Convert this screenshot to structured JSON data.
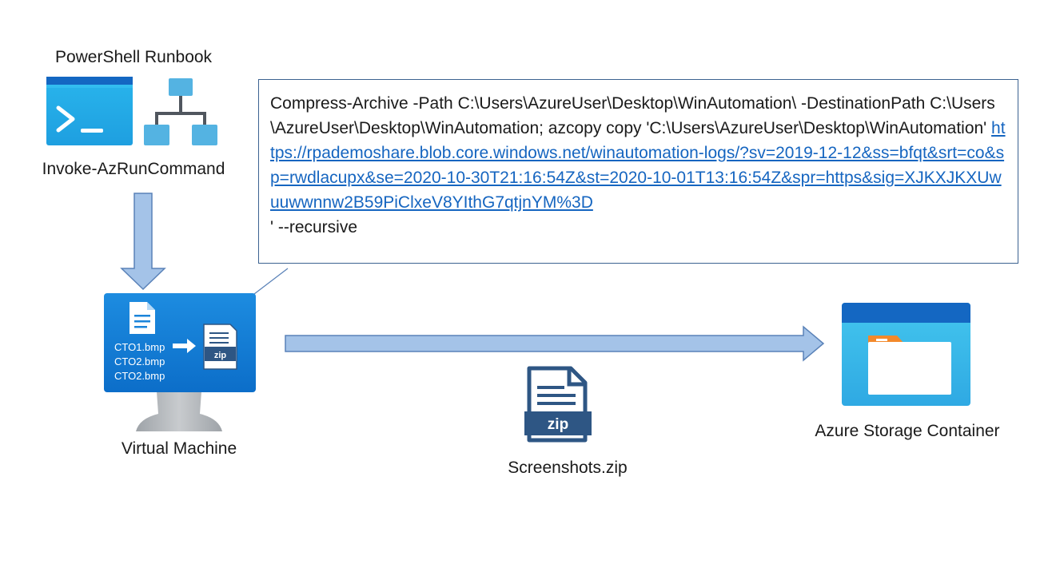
{
  "runbook": {
    "title": "PowerShell Runbook",
    "command": "Invoke-AzRunCommand"
  },
  "code": {
    "text_before": "Compress-Archive -Path C:\\Users\\AzureUser\\Desktop\\WinAutomation\\ -DestinationPath C:\\Users\\AzureUser\\Desktop\\WinAutomation; azcopy copy 'C:\\Users\\AzureUser\\Desktop\\WinAutomation' ",
    "link": " https://rpademoshare.blob.core.windows.net/winautomation-logs/?sv=2019-12-12&ss=bfqt&srt=co&sp=rwdlacupx&se=2020-10-30T21:16:54Z&st=2020-10-01T13:16:54Z&spr=https&sig=XJKXJKXUwuuwwnnw2B59PiClxeV8YIthG7qtjnYM%3D",
    "text_after": "' --recursive"
  },
  "vm": {
    "label": "Virtual Machine",
    "files": [
      "CTO1.bmp",
      "CTO2.bmp",
      "CTO2.bmp"
    ],
    "zip_badge": "zip"
  },
  "archive": {
    "label": "Screenshots.zip",
    "badge": "zip"
  },
  "storage": {
    "label": "Azure Storage Container"
  },
  "colors": {
    "arrow_fill": "#a4c3e8",
    "arrow_stroke": "#5a82b8",
    "azure_blue": "#0a7ad1",
    "azure_light": "#50e6ff",
    "zip_navy": "#2e5684",
    "link": "#1565c0",
    "box_border": "#3c6291"
  }
}
